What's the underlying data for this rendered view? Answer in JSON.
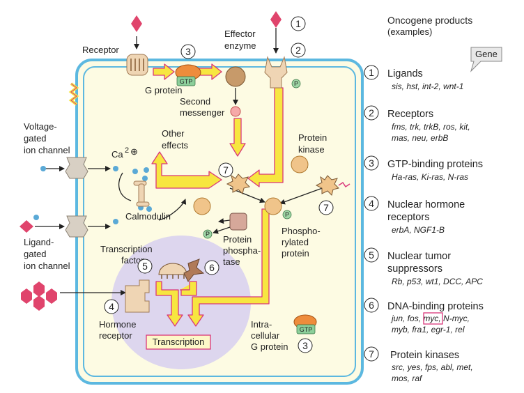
{
  "colors": {
    "cell_fill": "#fdfbe3",
    "cell_border": "#5cb8e0",
    "arrow_yellow": "#f7e640",
    "arrow_edge": "#d9367a",
    "diamond": "#e0446c",
    "nucleus": "#ddd6ee",
    "protein_tan": "#efd5b4",
    "gprotein": "#ee8c3c",
    "gtp": "#8ccf9a",
    "phospho": "#9fd6a6",
    "ion_blue": "#5aa9d6",
    "phosphatase": "#d6a89a",
    "kinase": "#f0c48a",
    "hexagon": "#e0446c"
  },
  "labels": {
    "receptor": "Receptor",
    "g_protein": "G protein",
    "gtp": "GTP",
    "effector_enzyme_1": "Effector",
    "effector_enzyme_2": "enzyme",
    "p": "P",
    "second_messenger_1": "Second",
    "second_messenger_2": "messenger",
    "voltage_gated_1": "Voltage-",
    "voltage_gated_2": "gated",
    "voltage_gated_3": "ion channel",
    "calcium": "Ca",
    "calcium_sup": "2",
    "calcium_plus": "⊕",
    "other_effects_1": "Other",
    "other_effects_2": "effects",
    "protein_kinase_1": "Protein",
    "protein_kinase_2": "kinase",
    "calmodulin": "Calmodulin",
    "ligand_gated_1": "Ligand-",
    "ligand_gated_2": "gated",
    "ligand_gated_3": "ion channel",
    "protein_phosphatase_1": "Protein",
    "protein_phosphatase_2": "phospha-",
    "protein_phosphatase_3": "tase",
    "phosphorylated_protein_1": "Phospho-",
    "phosphorylated_protein_2": "rylated",
    "phosphorylated_protein_3": "protein",
    "transcription_factor_1": "Transcription",
    "transcription_factor_2": "factor",
    "hormone_receptor_1": "Hormone",
    "hormone_receptor_2": "receptor",
    "transcription": "Transcription",
    "intracellular_1": "Intra-",
    "intracellular_2": "cellular",
    "intracellular_3": "G protein"
  },
  "markers": {
    "m1": "1",
    "m2": "2",
    "m3": "3",
    "m4": "4",
    "m5": "5",
    "m6": "6",
    "m7": "7"
  },
  "legend": {
    "heading_1": "Oncogene products",
    "heading_2": "(examples)",
    "gene_callout": "Gene",
    "items": [
      {
        "num": "1",
        "title_1": "Ligands",
        "title_2": "",
        "genes_1": "sis, hst, int-2, wnt-1",
        "genes_2": ""
      },
      {
        "num": "2",
        "title_1": "Receptors",
        "title_2": "",
        "genes_1": "fms, trk, trkB, ros, kit,",
        "genes_2": "mas, neu, erbB"
      },
      {
        "num": "3",
        "title_1": "GTP-binding proteins",
        "title_2": "",
        "genes_1": "Ha-ras, Ki-ras, N-ras",
        "genes_2": ""
      },
      {
        "num": "4",
        "title_1": "Nuclear hormone",
        "title_2": "receptors",
        "genes_1": "erbA, NGF1-B",
        "genes_2": ""
      },
      {
        "num": "5",
        "title_1": "Nuclear tumor",
        "title_2": "suppressors",
        "genes_1": "Rb, p53, wt1, DCC, APC",
        "genes_2": ""
      },
      {
        "num": "6",
        "title_1": "DNA-binding proteins",
        "title_2": "",
        "genes_1a": "jun, fos, ",
        "genes_1b": "myc",
        "genes_1c": ", N-myc,",
        "genes_2": "myb, fra1, egr-1, rel"
      },
      {
        "num": "7",
        "title_1": "Protein kinases",
        "title_2": "",
        "genes_1": "src, yes, fps, abl, met,",
        "genes_2": "mos, raf"
      }
    ]
  }
}
